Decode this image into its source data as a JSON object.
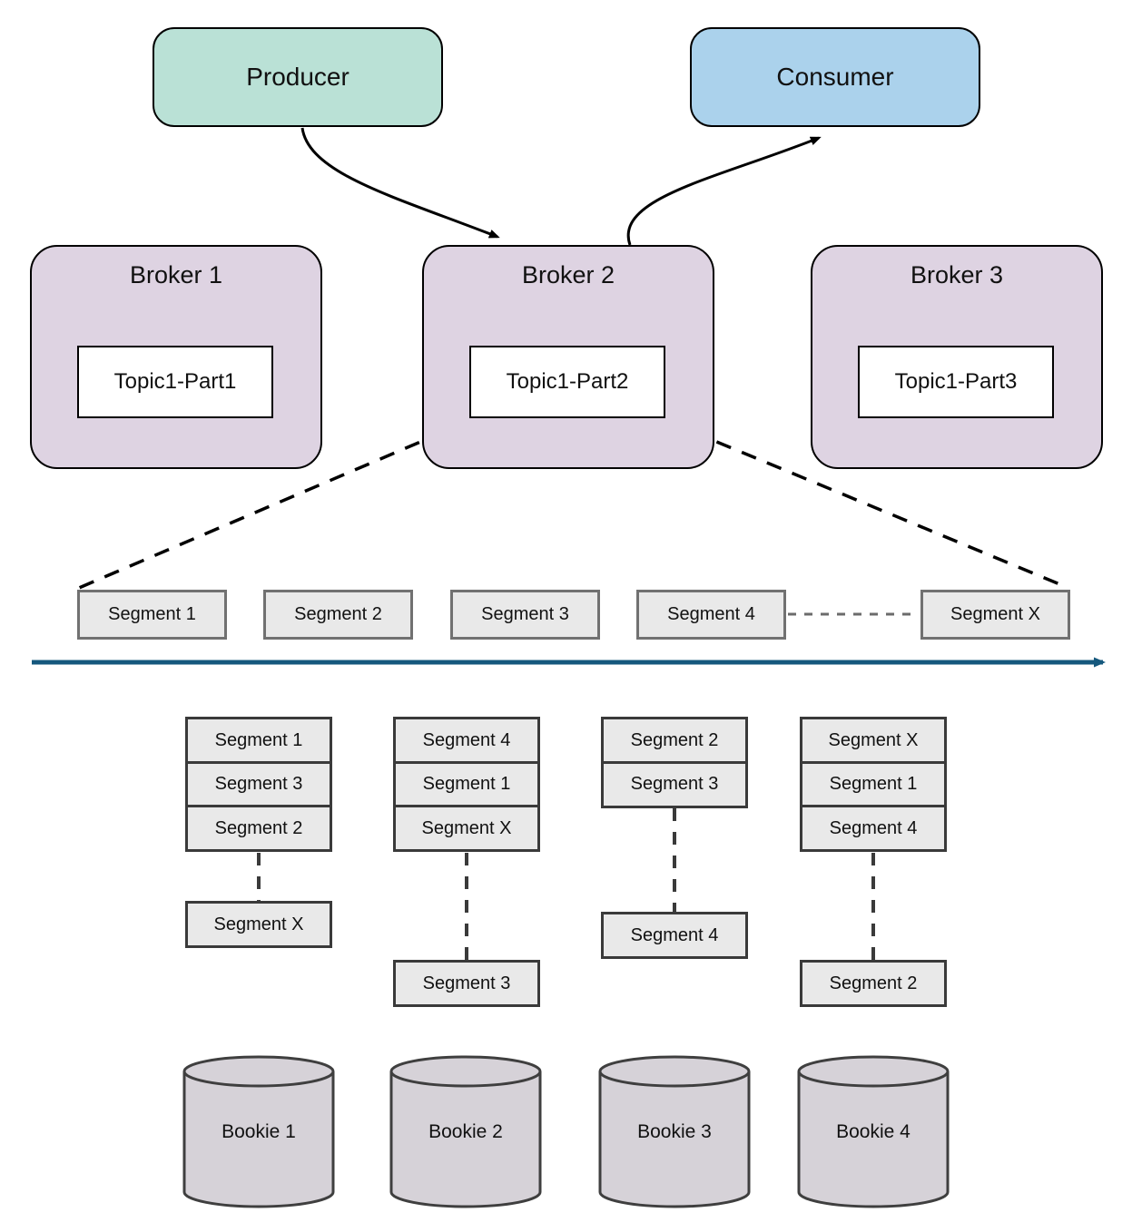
{
  "colors": {
    "producer_fill": "#bae1d6",
    "consumer_fill": "#abd2ec",
    "broker_fill": "#ded3e2",
    "bookie_fill": "#d6d2d8",
    "segment_fill": "#e9e9e9",
    "timeline_color": "#15587d"
  },
  "producer": {
    "label": "Producer"
  },
  "consumer": {
    "label": "Consumer"
  },
  "brokers": [
    {
      "label": "Broker 1",
      "topic_label": "Topic1-Part1"
    },
    {
      "label": "Broker 2",
      "topic_label": "Topic1-Part2"
    },
    {
      "label": "Broker 3",
      "topic_label": "Topic1-Part3"
    }
  ],
  "segment_timeline": {
    "segments": [
      "Segment 1",
      "Segment 2",
      "Segment 3",
      "Segment 4",
      "Segment X"
    ]
  },
  "bookies": [
    {
      "label": "Bookie 1",
      "stacked_segments": [
        "Segment 1",
        "Segment 3",
        "Segment 2"
      ],
      "trailing_segment": "Segment X"
    },
    {
      "label": "Bookie 2",
      "stacked_segments": [
        "Segment 4",
        "Segment 1",
        "Segment X"
      ],
      "trailing_segment": "Segment 3"
    },
    {
      "label": "Bookie 3",
      "stacked_segments": [
        "Segment 2",
        "Segment 3"
      ],
      "trailing_segment": "Segment 4"
    },
    {
      "label": "Bookie 4",
      "stacked_segments": [
        "Segment X",
        "Segment 1",
        "Segment 4"
      ],
      "trailing_segment": "Segment 2"
    }
  ]
}
